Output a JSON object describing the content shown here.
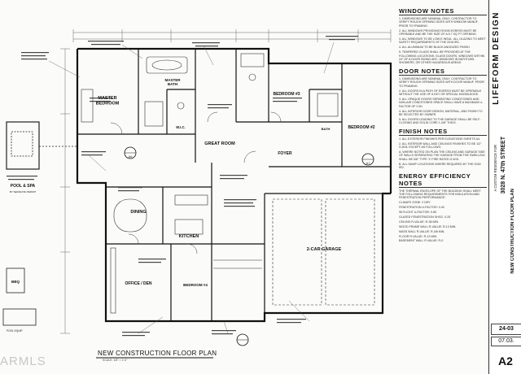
{
  "plan": {
    "rooms": {
      "master_bedroom": "MASTER\nBEDROOM",
      "master_bath": "MASTER\nBATH",
      "wic": "W.I.C.",
      "bedroom3": "BEDROOM #3",
      "bedroom2": "BEDROOM #2",
      "bath2": "BATH",
      "great_room": "GREAT ROOM",
      "foyer": "FOYER",
      "dining": "DINING",
      "kitchen": "KITCHEN",
      "office_den": "OFFICE / DEN",
      "bedroom4": "BEDROOM #4",
      "garage": "2-CAR GARAGE",
      "pool_spa": "POOL & SPA",
      "bbq": "BBQ"
    },
    "sections": {
      "a7": "A7",
      "a6": "A6"
    },
    "title": "NEW CONSTRUCTION FLOOR PLAN",
    "scale": "SCALE: 1/8\" = 1'-0\"",
    "pool_permit": "BY SEPARATE PERMIT",
    "pool_equipment": "POOL EQUIP."
  },
  "notes": {
    "window_title": "WINDOW NOTES",
    "window_items": [
      "1. DIMENSIONS ARE NOMINAL ONLY. CONTRACTOR TO VERIFY ROUGH OPENING SIZES WITH WINDOW MANUF. PRIOR TO FRAMING.",
      "2. ALL WINDOWS PROVIDING ROOM EGRESS MUST BE OPERABLE AND BE THE SIZE OF A 5.7 SQ FT OPENING.",
      "3. ALL WINDOWS TO BE LOW-E INSUL. ALL GLAZING TO MEET SAFETY REQUIREMENTS OF THE 2018 IRC.",
      "4. ALL ALUMINUM TO BE BLACK ANODIZED FINISH.",
      "5. TEMPERED GLASS SHALL BE PROVIDED AT THE FOLLOWING LOCATIONS: GLASS DOORS, WINDOWS WITHIN 24\" OF A DOOR SWING ARC, WINDOWS IN BATHTUBS, SHOWERS, OR OTHER HAZARDOUS AREAS."
    ],
    "door_title": "DOOR NOTES",
    "door_items": [
      "1. DIMENSIONS ARE NOMINAL ONLY. CONTRACTOR TO VERIFY ROUGH OPENING SIZES WITH DOOR MANUF. PRIOR TO FRAMING.",
      "2. ALL DOORS IN A PATH OF EGRESS MUST BE OPERABLE WITHOUT THE USE OF A KEY OR SPECIAL KNOWLEDGE.",
      "3. ALL OPAQUE DOORS SEPARATING CONDITIONED AND NON-AIR CONDITIONED SPACE SHALL HAVE A MAXIMUM U-FACTOR OF 0.50.",
      "4. ALL INTERIOR DOOR DESIGN, MATERIAL, AND FINISH TO BE SELECTED BY OWNER.",
      "5. ALL DOORS LEADING TO THE GARAGE SHALL BE SELF-CLOSING AND SOLID CORE 1-3/8\" THICK."
    ],
    "finish_title": "FINISH NOTES",
    "finish_items": [
      "1. ALL EXTERIOR FINISHES PER ELEVATIONS SHEETS A4.",
      "2. ALL INTERIOR WALL AND CEILINGS FINISHES TO BE 1/2\" G.W.B. EXCEPT AS FOLLOWS:",
      "A. WHERE NOTED ON PLAN THE CEILING AND GARAGE SIDE OF WALLS SEPARATING THE GARAGE FROM THE DWELLING SHALL BE 5/8\" TYPE 'X' FIRE RATED G.W.B.",
      "B. ALL DAMP LOCATIONS WHERE REQUIRED BY THE 2018 IRC."
    ],
    "energy_title": "ENERGY EFFICIENCY NOTES",
    "energy_items": [
      "THE THERMAL ENVELOPE OF THE BUILDING SHALL MEET THE FOLLOWING REQUIREMENTS FOR INSULATION AND FENESTRATION PERFORMANCE:",
      "CLIMATE ZONE: 2 DRY",
      "FENESTRATION U-FACTOR: 0.40",
      "SKYLIGHT U-FACTOR: 0.65",
      "GLAZED FENESTRATION SHGC: 0.25",
      "CEILING R-VALUE: R-38 MIN.",
      "WOOD FRAME WALL R-VALUE: R-13 MIN.",
      "MASS WALL R-VALUE: R-4/6 MIN.",
      "FLOOR R-VALUE: R-13 MIN.",
      "BASEMENT WALL R-VALUE: R-0"
    ]
  },
  "title_block": {
    "firm": "LIFEFORM DESIGN",
    "project_label": "A CUSTOM RESIDENCE FOR",
    "address": "3028 N. 47th STREET",
    "sheet_name": "NEW CONSTRUCTION FLOOR PLAN",
    "job_no": "24-03",
    "date": "07.03.",
    "sheet_no": "A2"
  },
  "watermark": "ARMLS"
}
